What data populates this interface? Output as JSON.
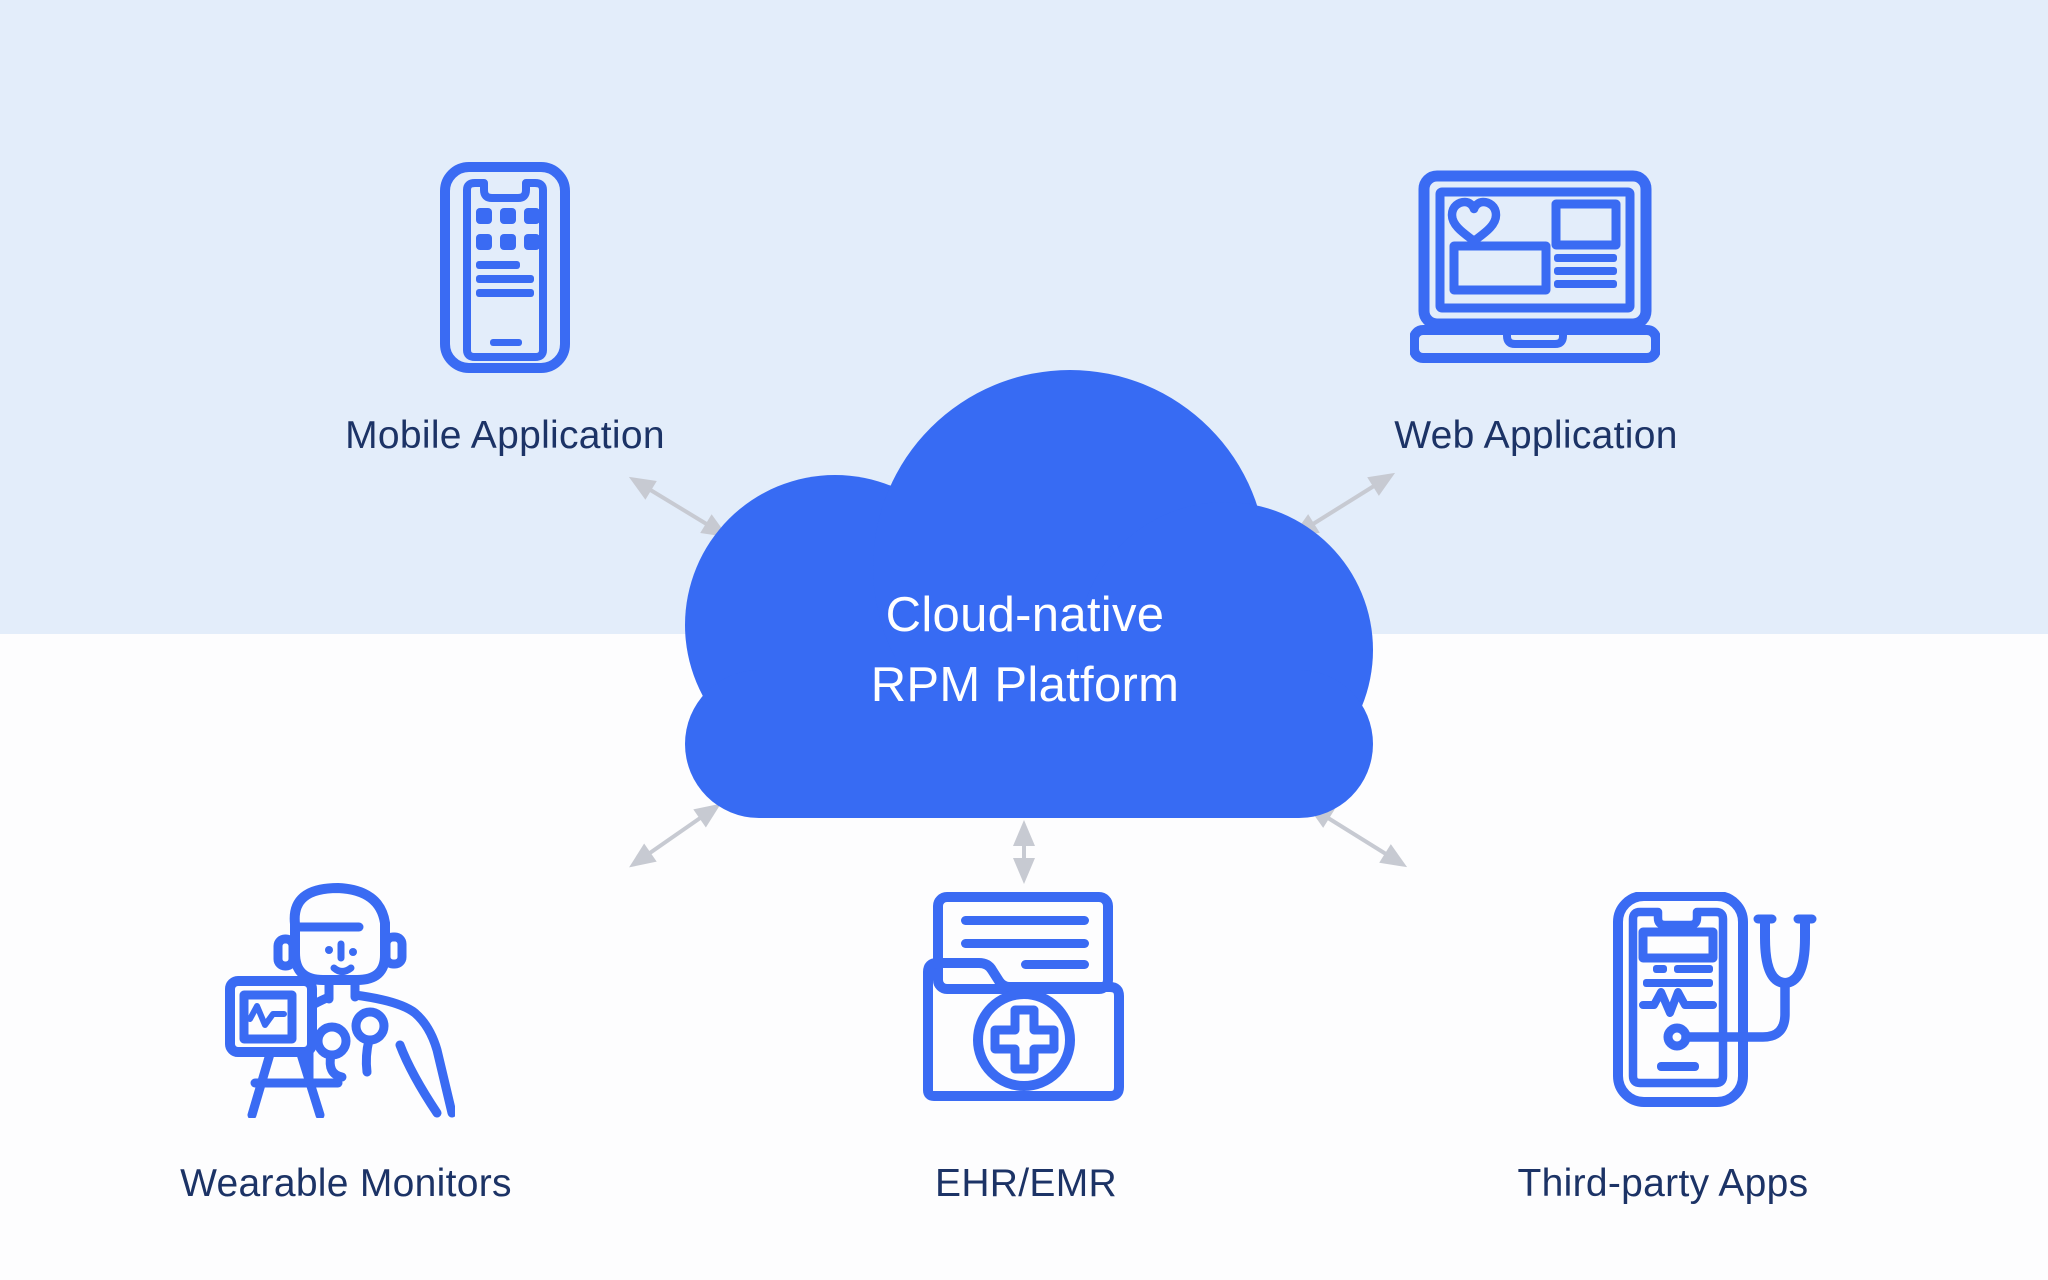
{
  "cloud": {
    "line1": "Cloud-native",
    "line2": "RPM Platform",
    "fill": "#376BF3",
    "text_color": "#FFFFFF"
  },
  "nodes": [
    {
      "id": "mobile-application",
      "label": "Mobile Application",
      "icon": "smartphone-icon",
      "position": "top-left"
    },
    {
      "id": "web-application",
      "label": "Web Application",
      "icon": "laptop-icon",
      "position": "top-right"
    },
    {
      "id": "wearable-monitors",
      "label": "Wearable Monitors",
      "icon": "patient-with-monitor-icon",
      "position": "bottom-left"
    },
    {
      "id": "ehr-emr",
      "label": "EHR/EMR",
      "icon": "medical-records-folder-icon",
      "position": "bottom-center"
    },
    {
      "id": "third-party-apps",
      "label": "Third-party Apps",
      "icon": "smartphone-stethoscope-icon",
      "position": "bottom-right"
    }
  ],
  "connections": [
    {
      "from": "cloud",
      "to": "mobile-application",
      "bidirectional": true
    },
    {
      "from": "cloud",
      "to": "web-application",
      "bidirectional": true
    },
    {
      "from": "cloud",
      "to": "wearable-monitors",
      "bidirectional": true
    },
    {
      "from": "cloud",
      "to": "ehr-emr",
      "bidirectional": true
    },
    {
      "from": "cloud",
      "to": "third-party-apps",
      "bidirectional": true
    }
  ],
  "colors": {
    "icon_stroke": "#3A6BF3",
    "cloud_fill": "#376BF3",
    "label_text": "#1C3366",
    "arrow": "#C7CAD2",
    "background_top": "#E3EDFA",
    "background_bottom": "#FDFDFE"
  }
}
